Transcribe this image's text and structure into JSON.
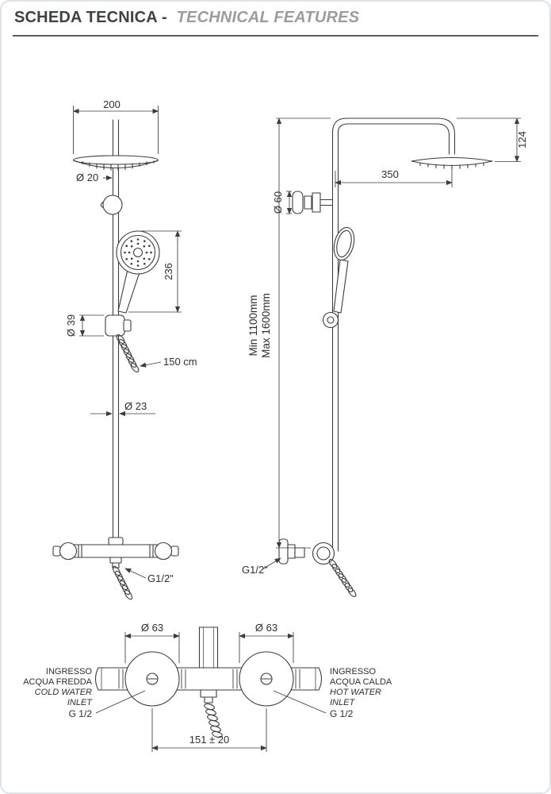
{
  "header": {
    "title_it": "SCHEDA TECNICA -",
    "title_en": "TECHNICAL FEATURES"
  },
  "front_view": {
    "dim_head_width": "200",
    "dim_head_pipe": "Ø 20",
    "dim_handshower_length": "236",
    "dim_slider_diameter": "Ø 39",
    "dim_hose_length": "150 cm",
    "dim_column_diameter": "Ø 23",
    "dim_outlet_thread": "G1/2\""
  },
  "side_view": {
    "dim_head_drop": "124",
    "dim_arm_reach": "350",
    "dim_bracket_diameter": "Ø 60",
    "dim_height_min": "Min 1100mm",
    "dim_height_max": "Max 1600mm",
    "dim_inlet_thread": "G1/2\""
  },
  "mixer_view": {
    "dim_left_rosette": "Ø 63",
    "dim_right_rosette": "Ø 63",
    "cold_inlet": [
      "INGRESSO",
      "ACQUA FREDDA",
      "COLD WATER",
      "INLET",
      "G 1/2"
    ],
    "hot_inlet": [
      "INGRESSO",
      "ACQUA CALDA",
      "HOT WATER",
      "INLET",
      "G 1/2"
    ],
    "dim_inlet_distance": "151 ± 20"
  }
}
